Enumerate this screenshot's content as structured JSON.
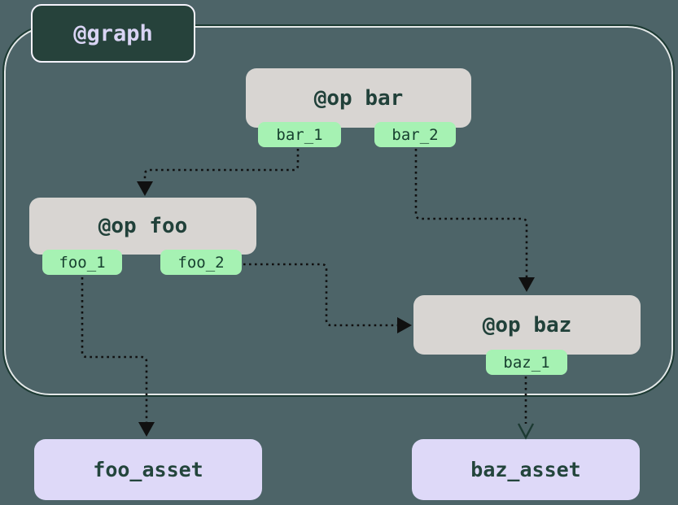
{
  "graph": {
    "label": "@graph"
  },
  "ops": [
    {
      "id": "bar",
      "title": "@op bar",
      "outputs": [
        "bar_1",
        "bar_2"
      ]
    },
    {
      "id": "foo",
      "title": "@op foo",
      "outputs": [
        "foo_1",
        "foo_2"
      ]
    },
    {
      "id": "baz",
      "title": "@op baz",
      "outputs": [
        "baz_1"
      ]
    }
  ],
  "assets": [
    {
      "label": "foo_asset"
    },
    {
      "label": "baz_asset"
    }
  ],
  "edges": [
    {
      "from": "bar_1",
      "to": "@op foo",
      "style": "dotted",
      "head": "solid"
    },
    {
      "from": "bar_2",
      "to": "@op baz",
      "style": "dotted",
      "head": "solid"
    },
    {
      "from": "foo_2",
      "to": "@op baz",
      "style": "dotted",
      "head": "solid"
    },
    {
      "from": "foo_1",
      "to": "foo_asset",
      "style": "dotted",
      "head": "solid"
    },
    {
      "from": "baz_1",
      "to": "baz_asset",
      "style": "dotted",
      "head": "hollow"
    }
  ],
  "colors": {
    "bg": "#4d6468",
    "border_dark": "#1c3a32",
    "badge_bg": "#26423b",
    "badge_text": "#d9d4f4",
    "op_bg": "#d8d5d2",
    "op_text": "#21413a",
    "tab_bg": "#a6f2b3",
    "tab_text": "#17402f",
    "asset_bg": "#ded9f8",
    "asset_text": "#23453c",
    "edge": "#101010"
  }
}
